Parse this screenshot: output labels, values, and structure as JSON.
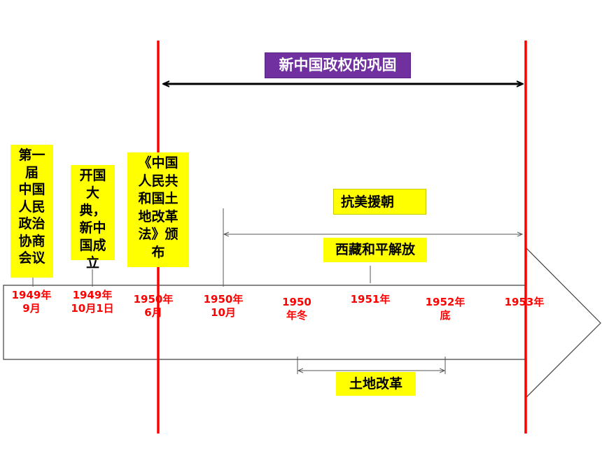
{
  "colors": {
    "period_line": "#ff0000",
    "event_box": "#ffff00",
    "title_box": "#7030a0",
    "date_text": "#ff0000",
    "outline": "#404040"
  },
  "title": "新中国政权的巩固",
  "events": {
    "cppcc": "第一\n届\n中国\n人民\n政治\n协商\n会议",
    "founding": "开国\n大典，\n新中\n国成\n立",
    "land_law": "《中国\n人民共\n和国土\n地改革\n法》颁\n布",
    "korea": "抗美援朝",
    "tibet": "西藏和平解放",
    "land_reform": "土地改革"
  },
  "dates": [
    "1949年\n9月",
    "1949年\n10月1日",
    "1950年\n6月",
    "1950年\n10月",
    "1950\n年冬",
    "1951年",
    "1952年\n底",
    "1953年"
  ]
}
